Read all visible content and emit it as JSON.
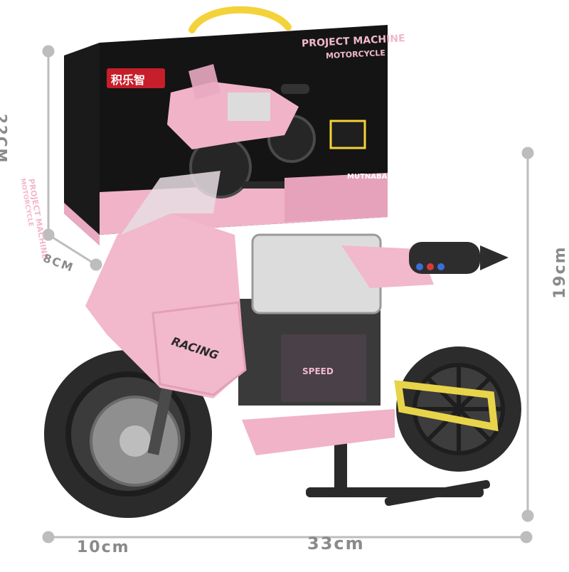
{
  "box": {
    "brand": "积乐智",
    "title": "PROJECT MACHINE",
    "subtitle": "MOTORCYCLE",
    "side_title": "PROJECT MACHINE",
    "side_subtitle": "MOTORCYCLE",
    "model": "MUTNABAO"
  },
  "bike": {
    "fairing_text": "RACING",
    "speed_text": "SPEED"
  },
  "dimensions": {
    "box_height": "22CM",
    "box_depth": "8CM",
    "model_height": "19cm",
    "model_width_front": "10cm",
    "model_length": "33cm"
  },
  "colors": {
    "pink": "#f2b8cc",
    "box_black": "#141414",
    "dim_gray": "#8a8a8a",
    "handle_yellow": "#f4d23a",
    "chain_yellow": "#e8d44a"
  }
}
